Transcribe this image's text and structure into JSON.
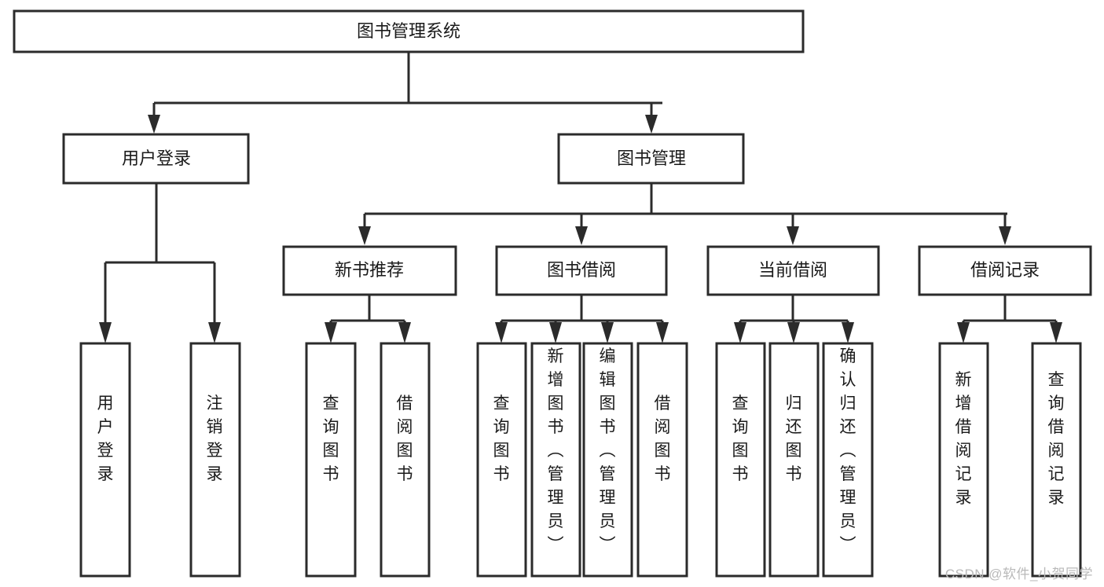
{
  "diagram": {
    "title": "图书管理系统",
    "type": "tree",
    "watermark": "CSDN @软件_小贺同学",
    "colors": {
      "stroke": "#2b2b2b",
      "fill": "#ffffff",
      "text": "#1a1a1a",
      "watermark": "#b9b9b9",
      "background": "#ffffff"
    },
    "levels": {
      "root": {
        "label": "图书管理系统"
      },
      "level2": [
        {
          "label": "用户登录"
        },
        {
          "label": "图书管理"
        }
      ],
      "level3": [
        {
          "label": "新书推荐"
        },
        {
          "label": "图书借阅"
        },
        {
          "label": "当前借阅"
        },
        {
          "label": "借阅记录"
        }
      ],
      "leaves": {
        "user_login": [
          {
            "label": "用户登录"
          },
          {
            "label": "注销登录"
          }
        ],
        "new_book_recommend": [
          {
            "label": "查询图书"
          },
          {
            "label": "借阅图书"
          }
        ],
        "book_borrow": [
          {
            "label": "查询图书"
          },
          {
            "label": "新增图书（管理员）"
          },
          {
            "label": "编辑图书（管理员）"
          },
          {
            "label": "借阅图书"
          }
        ],
        "current_borrow": [
          {
            "label": "查询图书"
          },
          {
            "label": "归还图书"
          },
          {
            "label": "确认归还（管理员）"
          }
        ],
        "borrow_record": [
          {
            "label": "新增借阅记录"
          },
          {
            "label": "查询借阅记录"
          }
        ]
      }
    }
  }
}
